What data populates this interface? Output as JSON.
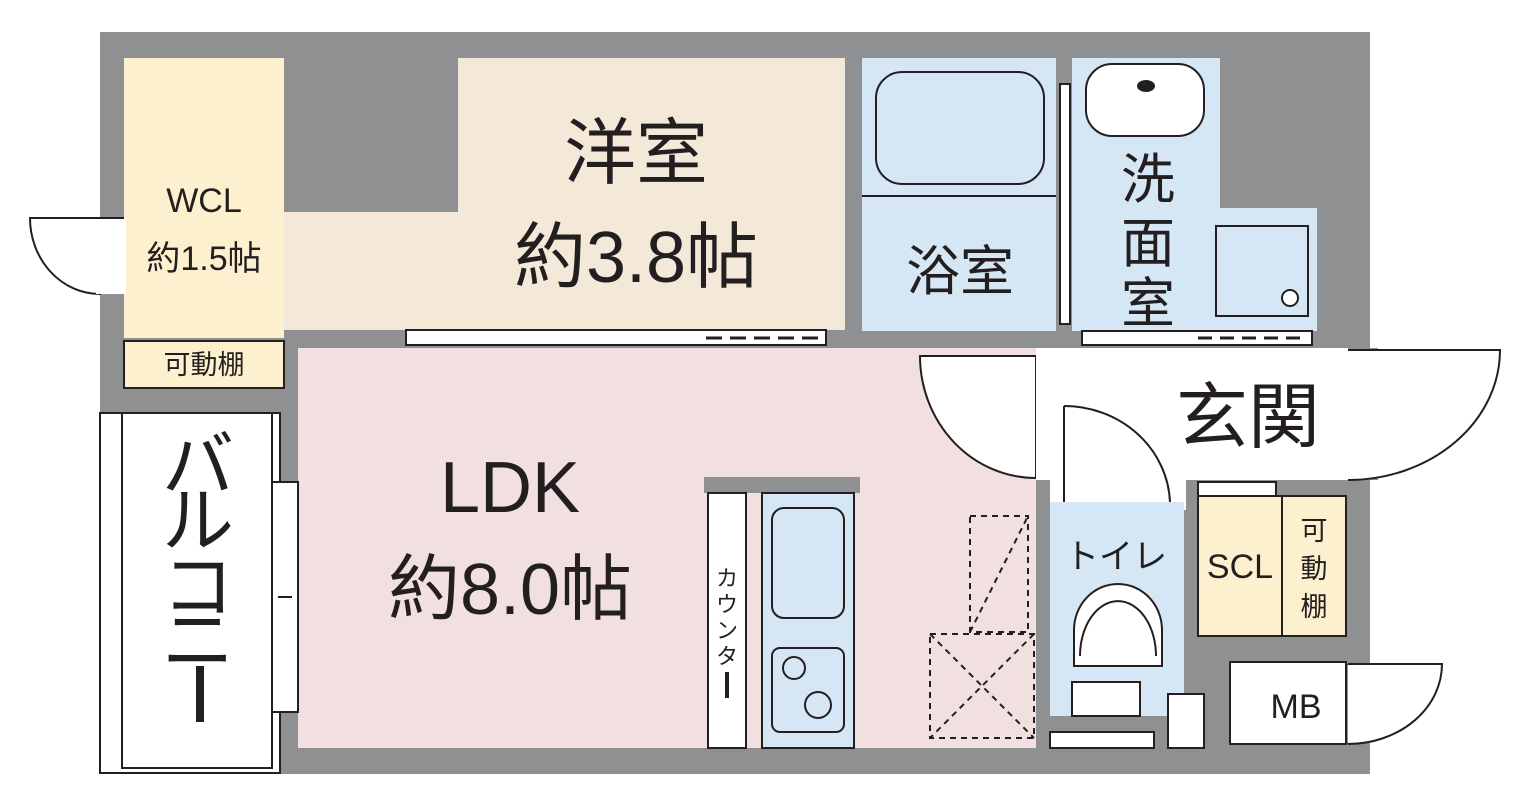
{
  "rooms": {
    "wcl": {
      "name": "WCL",
      "size": "約1.5帖",
      "color": "#fdf0cf"
    },
    "wcl_shelf": {
      "label": "可動棚",
      "color": "#fdf0cf"
    },
    "western": {
      "name": "洋室",
      "size": "約3.8帖",
      "color": "#f4e9d9"
    },
    "bath": {
      "name": "浴室",
      "color": "#d5e6f4"
    },
    "washroom": {
      "name": [
        "洗",
        "面",
        "室"
      ],
      "color": "#d5e6f4"
    },
    "ldk": {
      "name": "LDK",
      "size": "約8.0帖",
      "color": "#f2e0e0"
    },
    "entrance": {
      "name": "玄関",
      "color": "#ffffff"
    },
    "toilet": {
      "name": "トイレ",
      "color": "#d5e6f4"
    },
    "scl": {
      "name": "SCL",
      "color": "#fdf0cf"
    },
    "scl_shelf": {
      "label": [
        "可",
        "動",
        "棚"
      ],
      "color": "#fdf0cf"
    },
    "balcony": {
      "name": [
        "バ",
        "ル",
        "コ",
        "ニ",
        "ー"
      ],
      "color": "#ffffff"
    },
    "counter": {
      "label": [
        "カ",
        "ウ",
        "ン",
        "タ",
        "ー"
      ]
    },
    "mb": {
      "label": "MB"
    }
  },
  "colors": {
    "wall": "#8f9092",
    "outline": "#231f20",
    "fixture": "#d5e6f4"
  }
}
